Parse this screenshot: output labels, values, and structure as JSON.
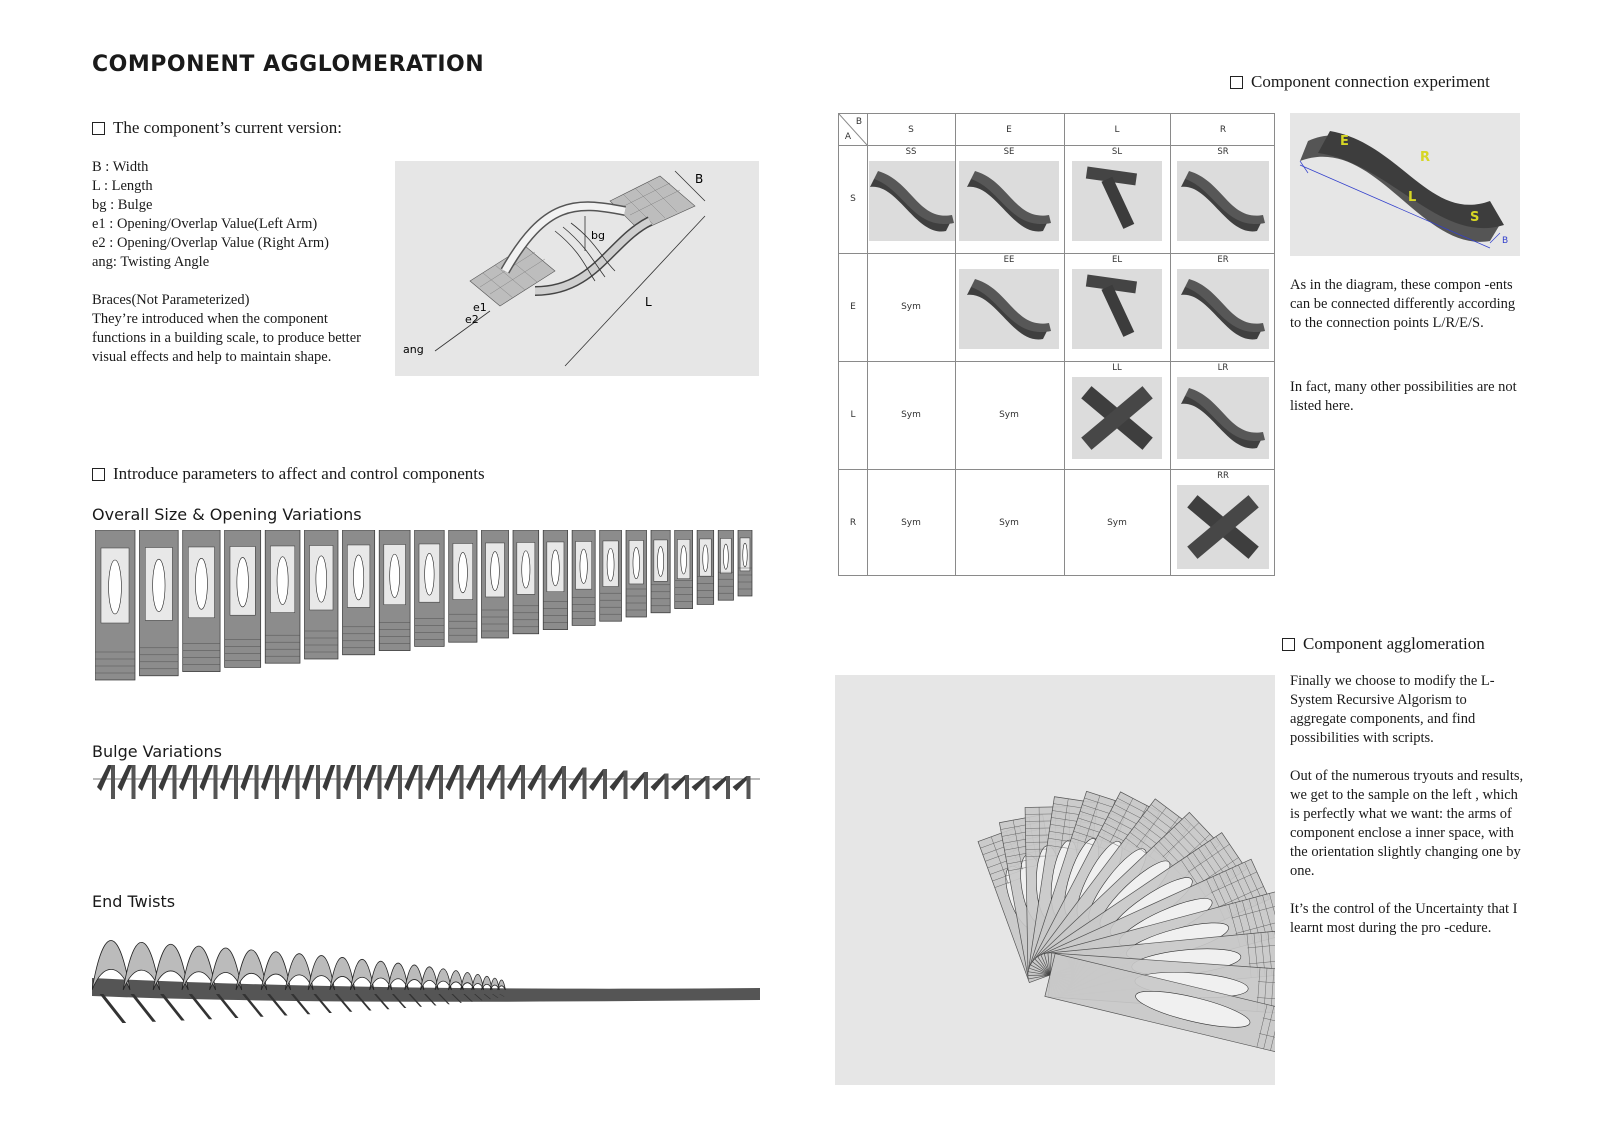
{
  "title": "COMPONENT AGGLOMERATION",
  "current_version": {
    "heading": "The component’s current version:",
    "legend": [
      "B : Width",
      "L : Length",
      "bg : Bulge",
      "e1 : Opening/Overlap Value(Left Arm)",
      "e2 : Opening/Overlap Value (Right Arm)",
      "ang: Twisting Angle"
    ],
    "braces_title": "Braces(Not Parameterized)",
    "braces_text": "They’re introduced when the component functions in a building scale, to produce better visual effects and help to maintain shape.",
    "diagram_labels": {
      "b": "B",
      "l": "L",
      "bg": "bg",
      "e1": "e1",
      "e2": "e2",
      "ang": "ang"
    }
  },
  "parameters": {
    "heading": "Introduce parameters to affect and control components",
    "overall": "Overall Size & Opening Variations",
    "bulge": "Bulge Variations",
    "twist": "End Twists"
  },
  "connection": {
    "heading": "Component connection experiment",
    "corner_b": "B",
    "corner_a": "A",
    "cols": [
      "S",
      "E",
      "L",
      "R"
    ],
    "rows": [
      "S",
      "E",
      "L",
      "R"
    ],
    "cells": [
      "SS",
      "SE",
      "SL",
      "SR",
      "EE",
      "EL",
      "ER",
      "LL",
      "LR",
      "RR"
    ],
    "sym": "Sym",
    "diagram_letters": {
      "e": "E",
      "r": "R",
      "l": "L",
      "s": "S",
      "b": "B"
    },
    "text1": "As in the diagram, these compon -ents can be connected differently according to the connection points L/R/E/S.",
    "text2": "In fact, many other possibilities are not listed here."
  },
  "agglomeration": {
    "heading": "Component agglomeration",
    "p1": "Finally we choose to modify the L-System Recursive Algorism to aggregate components, and find possibilities with scripts.",
    "p2": "Out of the numerous tryouts and results, we get to the sample on the left , which is perfectly what we want: the arms of component enclose a inner space, with the orientation slightly changing one by one.",
    "p3": "It’s the control of the Uncertainty that I learnt most during the pro -cedure."
  }
}
